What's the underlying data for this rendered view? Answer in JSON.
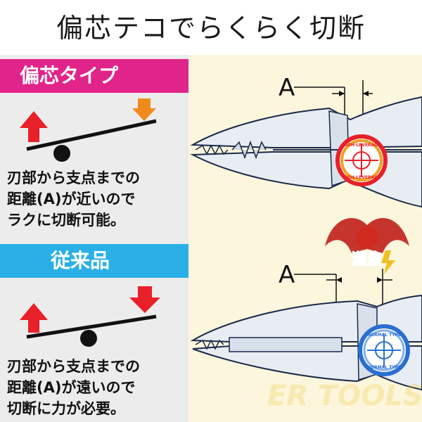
{
  "title": "偏芯テコでらくらく切断",
  "colors": {
    "pink_banner": "#e0248a",
    "blue_banner": "#2ab0e6",
    "red_arrow": "#e8202a",
    "orange_arrow": "#f08a1c",
    "panel_gray": "#ececec",
    "panel_cream": "#fbf6dc"
  },
  "sections": [
    {
      "banner": "偏芯タイプ",
      "desc_lines": [
        "刃部から支点までの",
        "距離(A)が近いので",
        "ラクに切断可能。"
      ],
      "dimension_label": "A",
      "badge_top": "HIGH-LEVERAGE",
      "badge_bottom": "HIGH-LEVERAGE"
    },
    {
      "banner": "従来品",
      "desc_lines": [
        "刃部から支点までの",
        "距離(A)が遠いので",
        "切断に力が必要。"
      ],
      "dimension_label": "A",
      "badge_top": "NORMAL TYPE",
      "badge_bottom": "NORMAL TYPE"
    }
  ],
  "logo_text": "瀧鑫",
  "watermark_text": "ER TOOLS"
}
